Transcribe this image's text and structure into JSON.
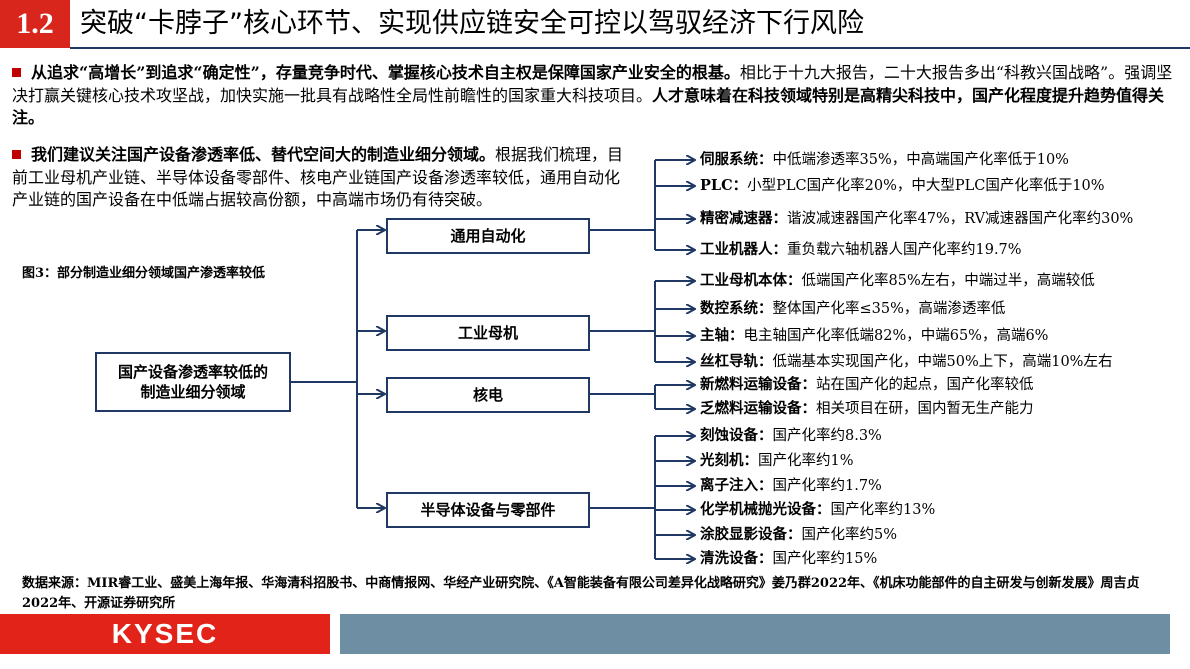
{
  "header": {
    "section_number": "1.2",
    "title": "突破“卡脖子”核心环节、实现供应链安全可控以驾驭经济下行风险"
  },
  "paragraph1": {
    "bold_lead": "从追求“高增长”到追求“确定性”，存量竞争时代、掌握核心技术自主权是保障国家产业安全的根基。",
    "body": "相比于十九大报告，二十大报告多出“科教兴国战略”。强调坚决打赢关键核心技术攻坚战，加快实施一批具有战略性全局性前瞻性的国家重大科技项目。",
    "bold_tail": "人才意味着在科技领域特别是高精尖科技中，国产化程度提升趋势值得关注。"
  },
  "paragraph2": {
    "bold_lead": "我们建议关注国产设备渗透率低、替代空间大的制造业细分领域。",
    "body": "根据我们梳理，目前工业母机产业链、半导体设备零部件、核电产业链国产设备渗透率较低，通用自动化产业链的国产设备在中低端占据较高份额，中高端市场仍有待突破。"
  },
  "figure_title": "图3：部分制造业细分领域国产渗透率较低",
  "diagram": {
    "root": "国产设备渗透率较低的制造业细分领域",
    "categories": [
      {
        "name": "通用自动化",
        "items": [
          {
            "name": "伺服系统：",
            "desc": "中低端渗透率35%，中高端国产化率低于10%"
          },
          {
            "name": "PLC：",
            "desc": "小型PLC国产化率20%，中大型PLC国产化率低于10%"
          },
          {
            "name": "精密减速器：",
            "desc": "谐波减速器国产化率47%，RV减速器国产化率约30%"
          },
          {
            "name": "工业机器人：",
            "desc": "重负载六轴机器人国产化率约19.7%"
          }
        ]
      },
      {
        "name": "工业母机",
        "items": [
          {
            "name": "工业母机本体：",
            "desc": "低端国产化率85%左右，中端过半，高端较低"
          },
          {
            "name": "数控系统：",
            "desc": "整体国产化率≤35%，高端渗透率低"
          },
          {
            "name": "主轴：",
            "desc": "电主轴国产化率低端82%，中端65%，高端6%"
          },
          {
            "name": "丝杠导轨：",
            "desc": "低端基本实现国产化，中端50%上下，高端10%左右"
          }
        ]
      },
      {
        "name": "核电",
        "items": [
          {
            "name": "新燃料运输设备：",
            "desc": "站在国产化的起点，国产化率较低"
          },
          {
            "name": "乏燃料运输设备：",
            "desc": "相关项目在研，国内暂无生产能力"
          }
        ]
      },
      {
        "name": "半导体设备与零部件",
        "items": [
          {
            "name": "刻蚀设备：",
            "desc": "国产化率约8.3%"
          },
          {
            "name": "光刻机：",
            "desc": "国产化率约1%"
          },
          {
            "name": "离子注入：",
            "desc": "国产化率约1.7%"
          },
          {
            "name": "化学机械抛光设备：",
            "desc": "国产化率约13%"
          },
          {
            "name": "涂胶显影设备：",
            "desc": "国产化率约5%"
          },
          {
            "name": "清洗设备：",
            "desc": "国产化率约15%"
          }
        ]
      }
    ]
  },
  "source": "数据来源：MIR睿工业、盛美上海年报、华海清科招股书、中商情报网、华经产业研究院、《A智能装备有限公司差异化战略研究》姜乃群2022年、《机床功能部件的自主研发与创新发展》周吉贞2022年、开源证券研究所",
  "footer": {
    "logo_text": "KYSEC"
  },
  "colors": {
    "accent_red": "#d9261c",
    "navy": "#1f3864",
    "footer_bar": "#6d8ea3"
  }
}
